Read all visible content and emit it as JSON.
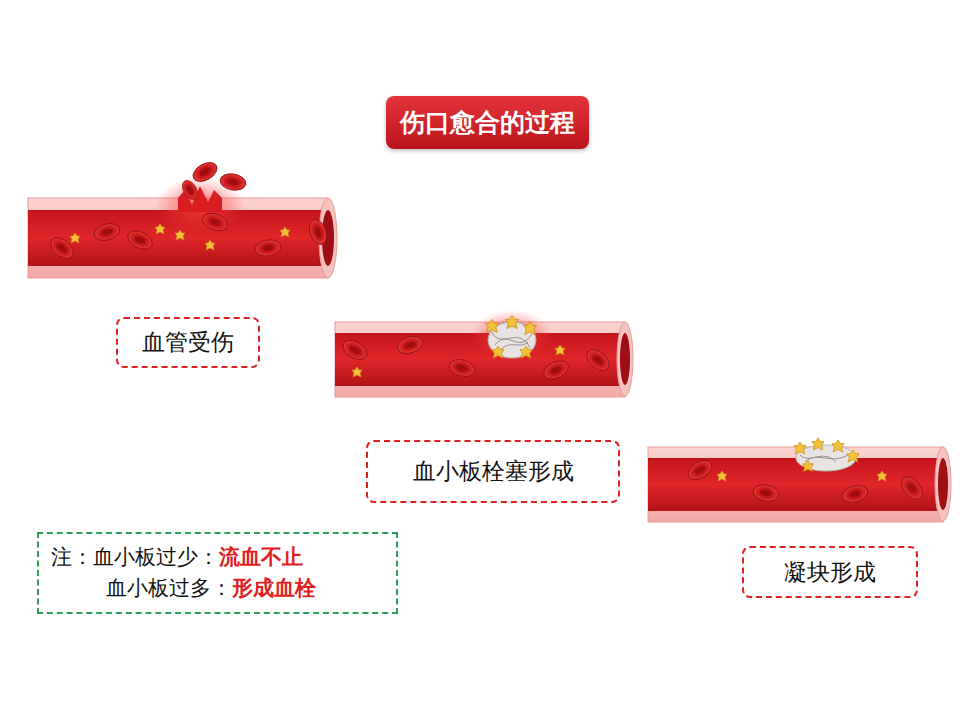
{
  "diagram": {
    "title": "伤口愈合的过程",
    "nodes": [
      {
        "text": [
          "血管受伤"
        ]
      },
      {
        "text": [
          "血小板栓塞形成"
        ]
      },
      {
        "text": [
          "凝块形成"
        ]
      },
      {
        "text": [
          "注：",
          "血小板过少：",
          "流血不止",
          "血小板过多：",
          "形成血栓"
        ]
      }
    ]
  }
}
